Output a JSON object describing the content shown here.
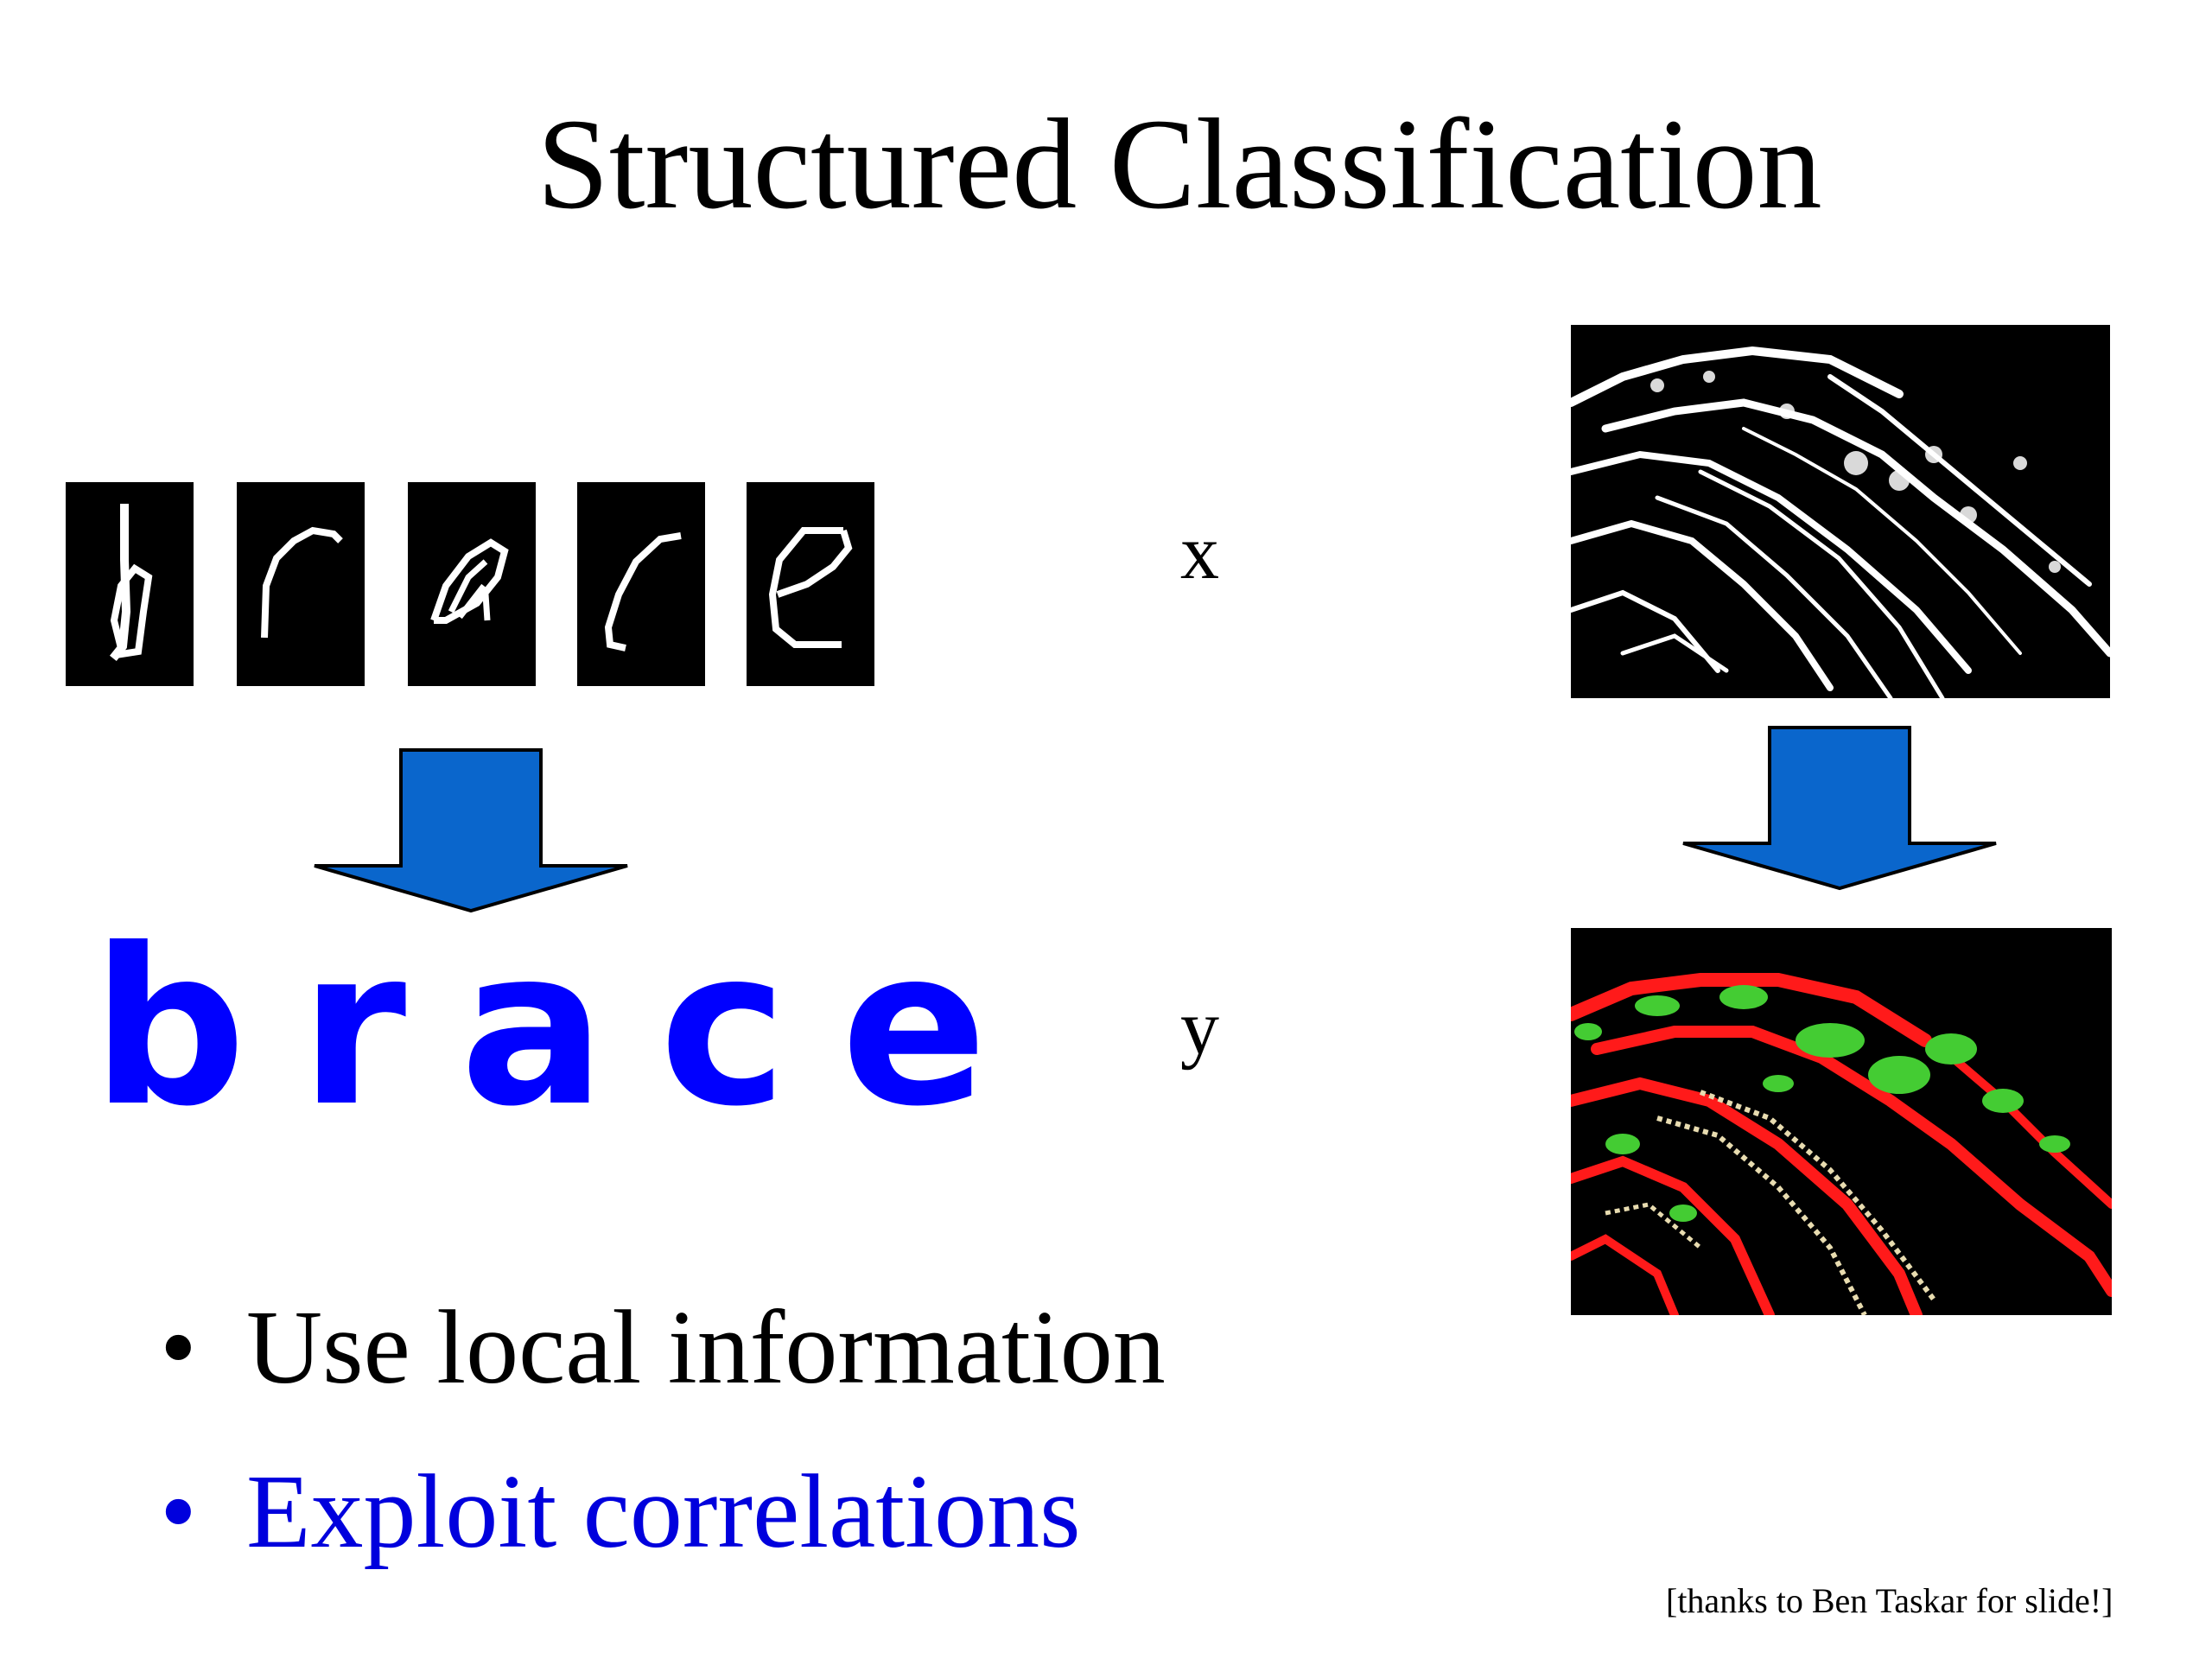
{
  "slide": {
    "title": "Structured Classification",
    "x_label": "x",
    "y_label": "y",
    "output_word": "brace",
    "bullets": [
      {
        "text": "Use local information",
        "color": "#000000"
      },
      {
        "text": "Exploit correlations",
        "color": "#0000dd"
      }
    ],
    "credit": "[thanks to Ben Taskar for slide!]"
  },
  "colors": {
    "arrow_fill": "#0a66cc",
    "output_text": "#0000ff",
    "class_red": "#ff1a1a",
    "class_green": "#44cc33",
    "class_tan": "#e8dcb0"
  },
  "icons": {
    "handwritten_chars": [
      "handwritten-b-image",
      "handwritten-r-image",
      "handwritten-a-image",
      "handwritten-c-image",
      "handwritten-e-image"
    ],
    "arrows": [
      "down-arrow-icon",
      "down-arrow-icon"
    ]
  }
}
